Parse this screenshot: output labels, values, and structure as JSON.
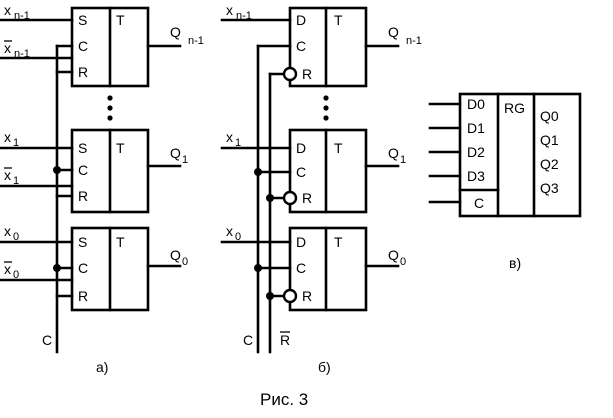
{
  "caption": "Рис. 3",
  "panel_a": {
    "label": "а)",
    "clock": "C",
    "inputs": {
      "x_n1": "x",
      "x_n1_sub": "n-1",
      "xb_n1": "x",
      "xb_n1_sub": "n-1",
      "x1": "x",
      "x1_sub": "1",
      "xb1": "x",
      "xb1_sub": "1",
      "x0": "x",
      "x0_sub": "0",
      "xb0": "x",
      "xb0_sub": "0"
    },
    "ff_top": {
      "pin1": "S",
      "pin2": "C",
      "pin3": "R",
      "type": "T",
      "out": "Q",
      "out_sub": "n-1"
    },
    "ff_mid": {
      "pin1": "S",
      "pin2": "C",
      "pin3": "R",
      "type": "T",
      "out": "Q",
      "out_sub": "1"
    },
    "ff_bot": {
      "pin1": "S",
      "pin2": "C",
      "pin3": "R",
      "type": "T",
      "out": "Q",
      "out_sub": "0"
    }
  },
  "panel_b": {
    "label": "б)",
    "clock": "C",
    "reset": "R",
    "inputs": {
      "x_n1": "x",
      "x_n1_sub": "n-1",
      "x1": "x",
      "x1_sub": "1",
      "x0": "x",
      "x0_sub": "0"
    },
    "ff_top": {
      "pin1": "D",
      "pin2": "C",
      "pin3": "R",
      "type": "T",
      "out": "Q",
      "out_sub": "n-1"
    },
    "ff_mid": {
      "pin1": "D",
      "pin2": "C",
      "pin3": "R",
      "type": "T",
      "out": "Q",
      "out_sub": "1"
    },
    "ff_bot": {
      "pin1": "D",
      "pin2": "C",
      "pin3": "R",
      "type": "T",
      "out": "Q",
      "out_sub": "0"
    }
  },
  "panel_c": {
    "label": "в)",
    "title": "RG",
    "inputs": [
      "D0",
      "D1",
      "D2",
      "D3"
    ],
    "clock": "C",
    "outputs": [
      "Q0",
      "Q1",
      "Q2",
      "Q3"
    ]
  }
}
